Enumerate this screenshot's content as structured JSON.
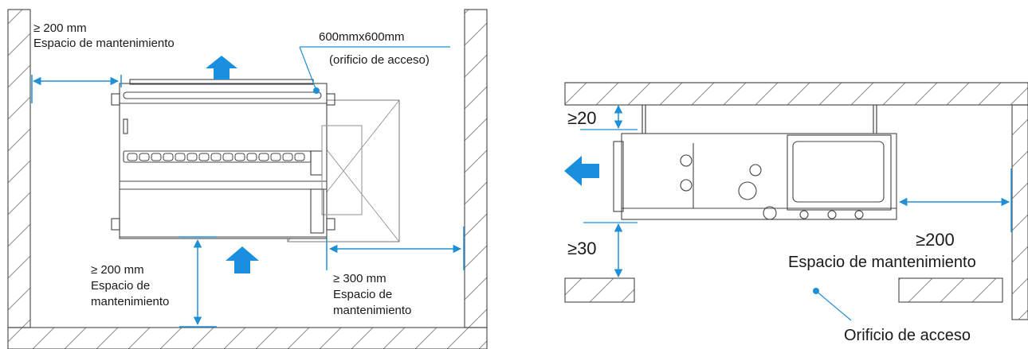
{
  "colors": {
    "accent_blue": "#1f8fd6",
    "arrow_blue": "#1a8fe0",
    "line": "#4a4a4a",
    "hatch": "#666666"
  },
  "left_view": {
    "top_left_clearance": "≥ 200 mm",
    "top_left_label": "Espacio de mantenimiento",
    "access_size": "600mmx600mm",
    "access_label": "(orificio de acceso)",
    "bottom_clearance": "≥ 200 mm",
    "bottom_label_line1": "Espacio de",
    "bottom_label_line2": "mantenimiento",
    "right_clearance": "≥ 300 mm",
    "right_label_line1": "Espacio de",
    "right_label_line2": "mantenimiento"
  },
  "right_view": {
    "top_gap": "≥20",
    "bottom_gap": "≥30",
    "side_clearance": "≥200",
    "side_label": "Espacio de mantenimiento",
    "access_label": "Orificio de acceso"
  }
}
